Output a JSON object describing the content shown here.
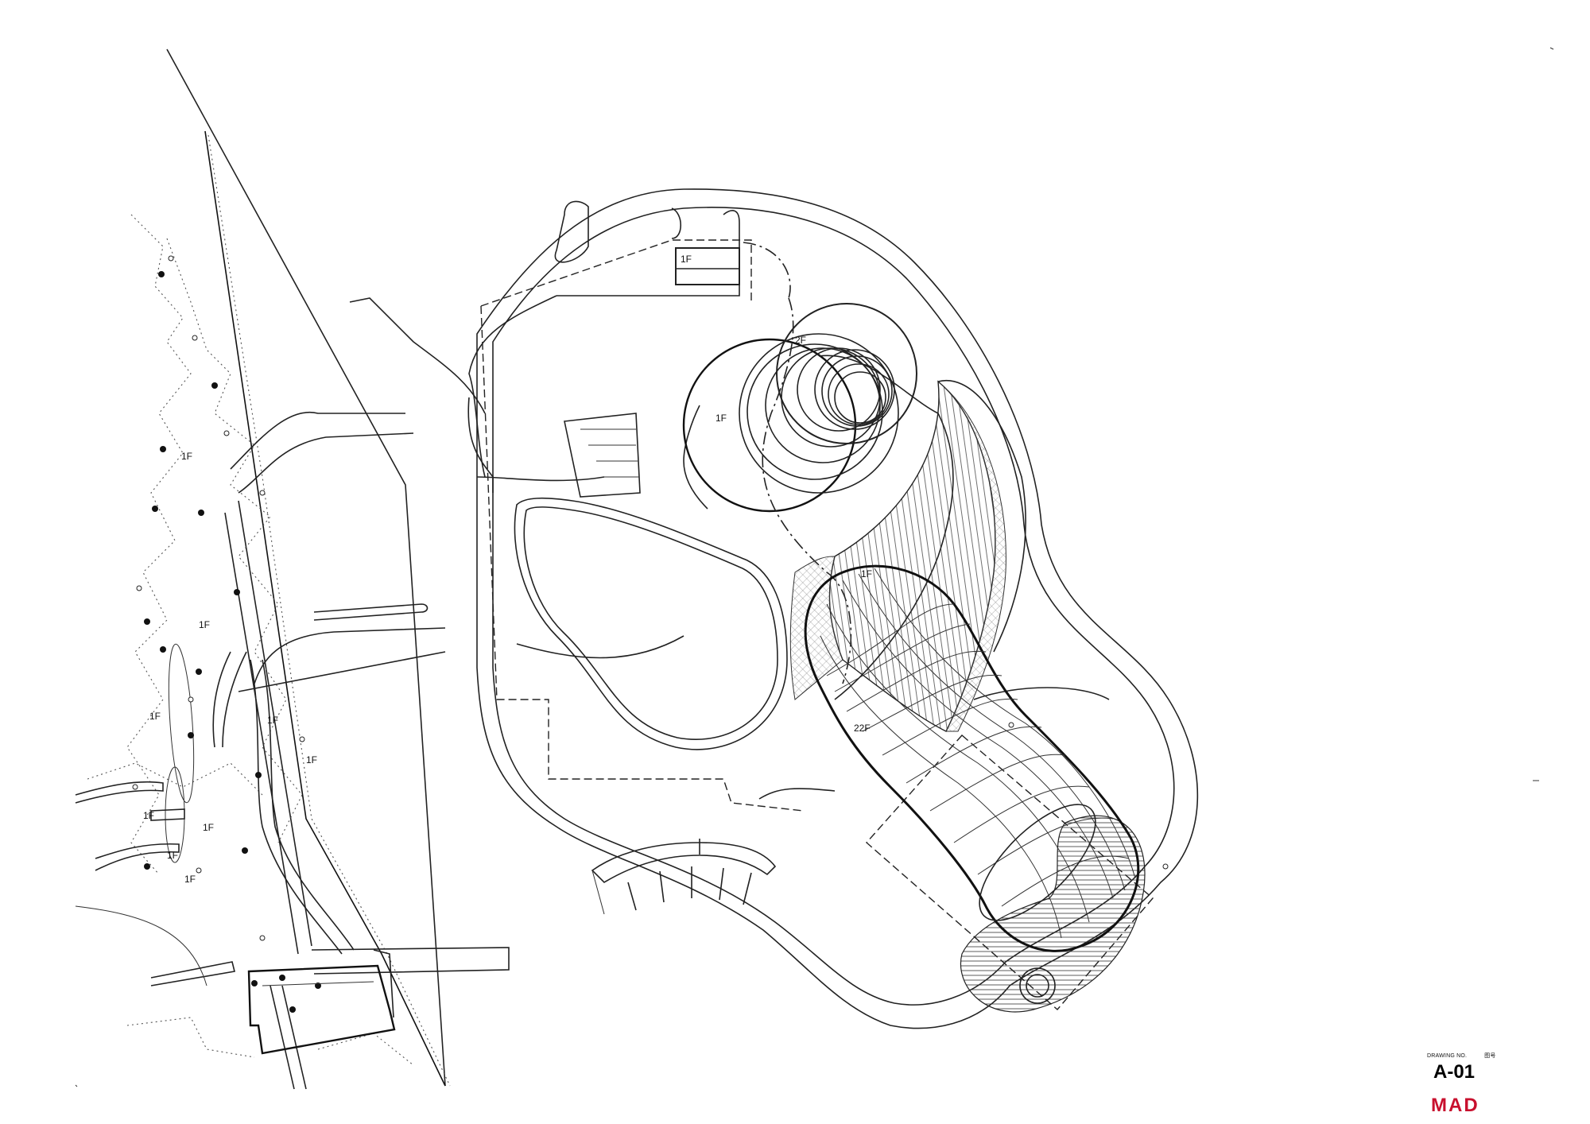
{
  "drawing": {
    "floor_labels": [
      {
        "id": "north-annex",
        "text": "1F"
      },
      {
        "id": "tower-top",
        "text": "2F"
      },
      {
        "id": "tower-base",
        "text": "1F"
      },
      {
        "id": "ribbed-wing",
        "text": "1F"
      },
      {
        "id": "capsule",
        "text": "22F"
      }
    ],
    "landscape_labels": [
      "1F",
      "1F",
      "1F",
      "1F",
      "1F",
      "1F",
      "1F",
      "1F",
      "1F"
    ],
    "line_colors": {
      "stroke": "#222222",
      "background": "#ffffff"
    }
  },
  "title_block": {
    "drawing_no_label": "DRAWING NO.",
    "drawing_no_label_cn": "图号",
    "drawing_number": "A-01",
    "logo": "MAD",
    "logo_color": "#c8102e"
  }
}
